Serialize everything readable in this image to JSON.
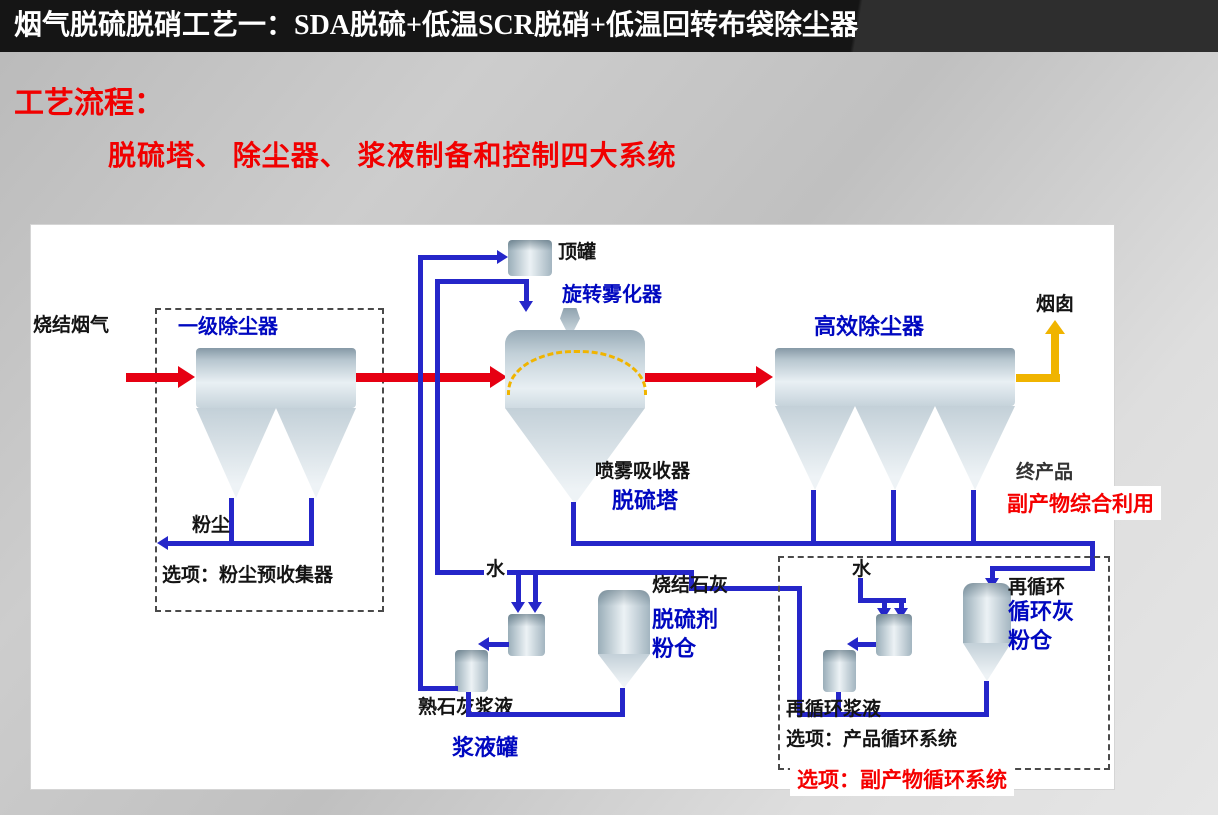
{
  "header": {
    "title": "烟气脱硫脱硝工艺一：SDA脱硫+低温SCR脱硝+低温回转布袋除尘器"
  },
  "intro": {
    "heading": "工艺流程：",
    "subheading": "脱硫塔、 除尘器、 浆液制备和控制四大系统"
  },
  "diagram": {
    "labels": {
      "sinter_gas": "烧结烟气",
      "primary_collector": "一级除尘器",
      "dust": "粉尘",
      "option_precollector": "选项：粉尘预收集器",
      "top_tank": "顶罐",
      "rotary_atomizer": "旋转雾化器",
      "spray_absorber": "喷雾吸收器",
      "desulfur_tower": "脱硫塔",
      "high_eff_collector": "高效除尘器",
      "stack": "烟囱",
      "final_product": "终产品",
      "byproduct_utilization": "副产物综合利用",
      "water_left": "水",
      "sintered_lime": "烧结石灰",
      "desulfurizer_silo": "脱硫剂\n粉仓",
      "slaked_lime_slurry": "熟石灰浆液",
      "slurry_tank": "浆液罐",
      "water_right": "水",
      "recirculation": "再循环",
      "circulating_ash_silo": "循环灰\n粉仓",
      "recirc_slurry": "再循环浆液",
      "option_product_cycle": "选项：产品循环系统",
      "option_byproduct_cycle": "选项：副产物循环系统"
    },
    "colors": {
      "flue_gas_arrow": "#e60012",
      "pipe": "#2526c9",
      "clean_gas_arrow": "#f0b400",
      "label_blue": "#0008c0",
      "label_red": "#f50000"
    }
  }
}
